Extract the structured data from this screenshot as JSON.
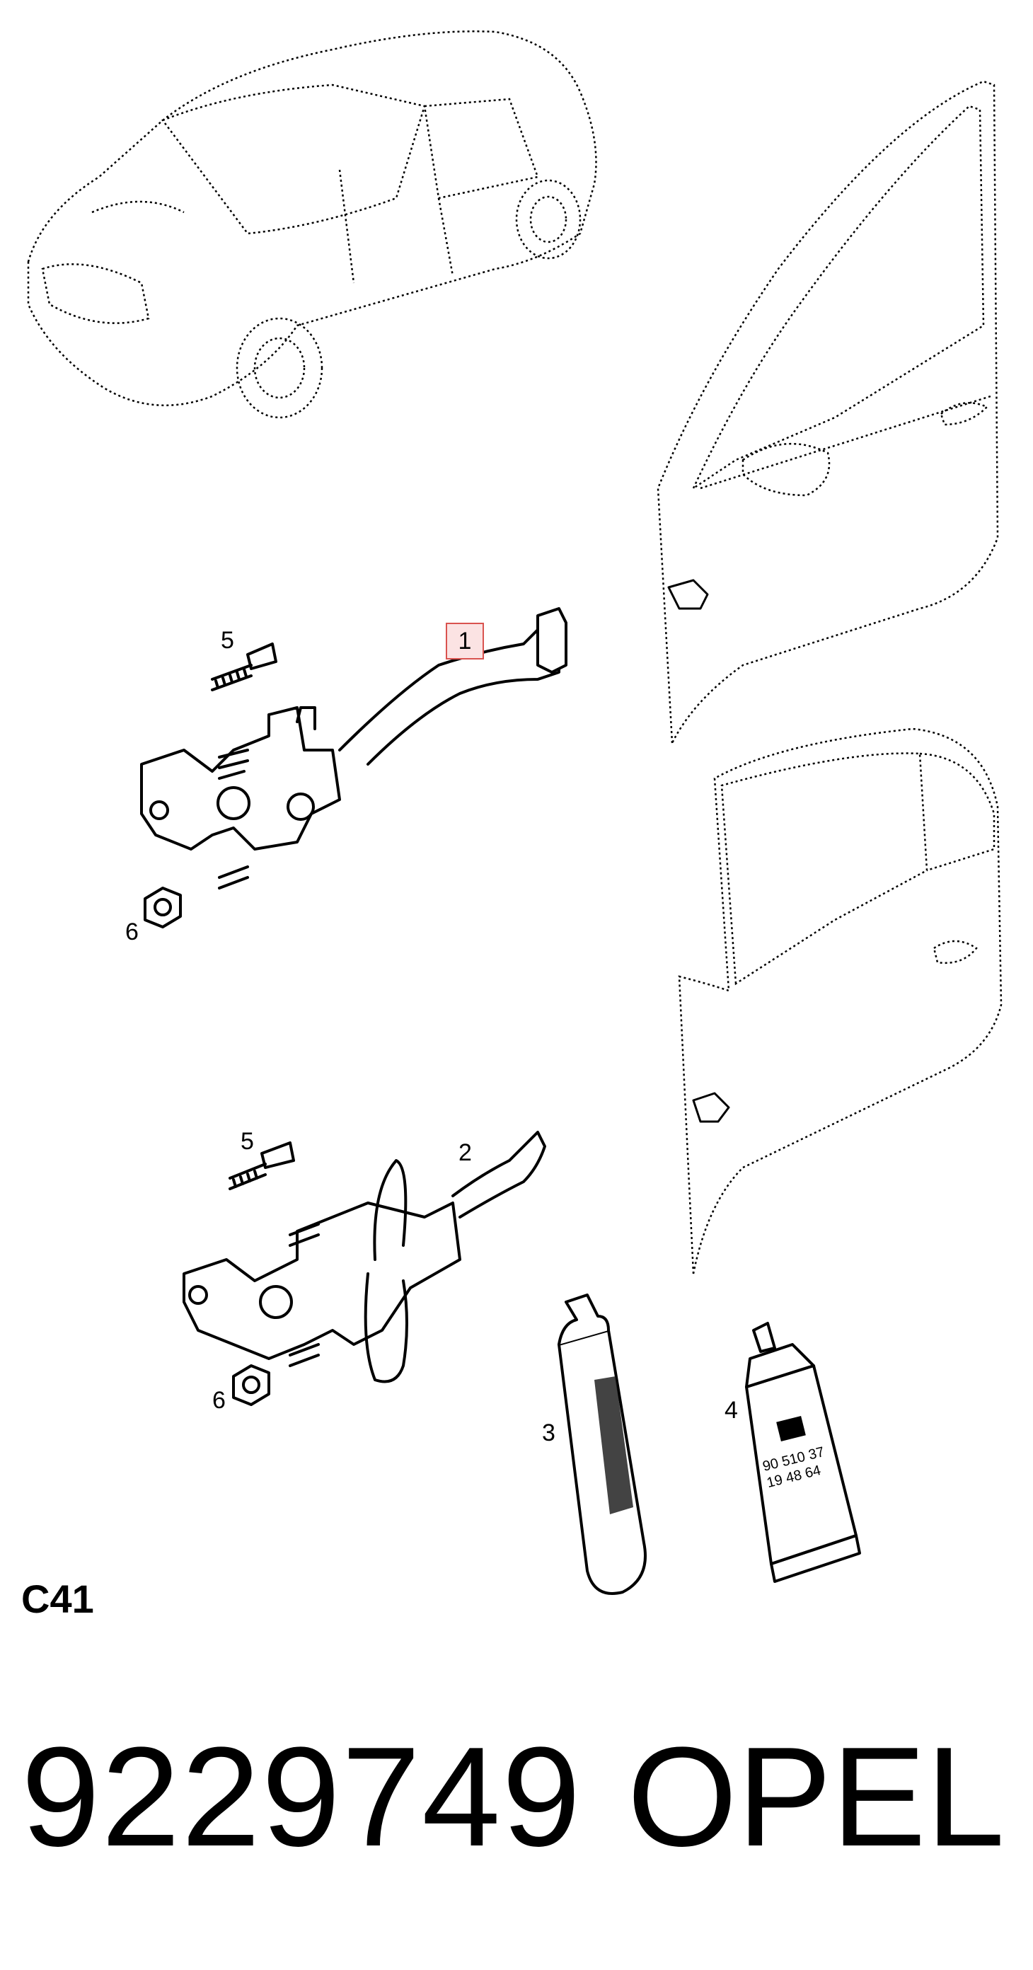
{
  "diagram": {
    "callouts": {
      "item1": "1",
      "item2": "2",
      "item3": "3",
      "item4": "4",
      "item5_upper": "5",
      "item5_lower": "5",
      "item6_upper": "6",
      "item6_lower": "6"
    },
    "tube4_label": {
      "line1": "90 510 37",
      "line2": "19 48 64"
    },
    "highlight_color": "#d9534f"
  },
  "footer": {
    "sheet_code": "C41",
    "part_number": "9229749",
    "brand": "OPEL"
  }
}
